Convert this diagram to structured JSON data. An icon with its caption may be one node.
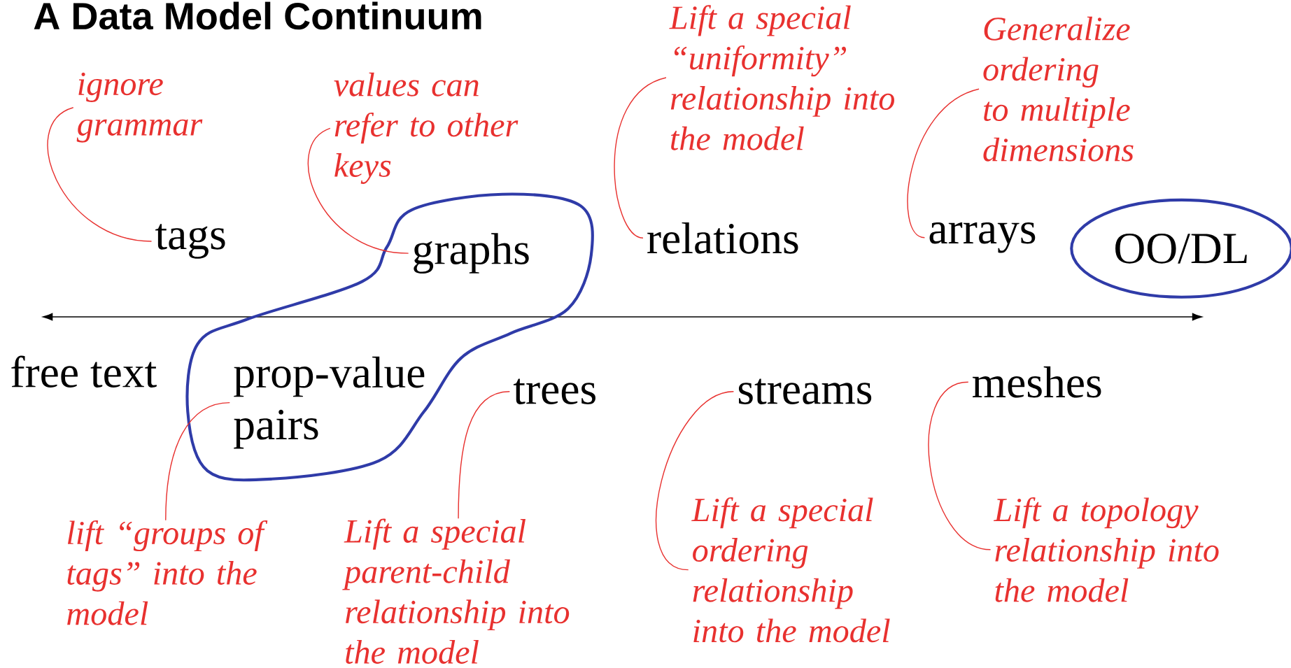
{
  "diagram": {
    "title": "A Data Model Continuum",
    "nodes": [
      {
        "text": [
          "tags"
        ]
      },
      {
        "text": [
          "graphs"
        ]
      },
      {
        "text": [
          "relations"
        ]
      },
      {
        "text": [
          "arrays"
        ]
      },
      {
        "text": [
          "OO/DL"
        ]
      },
      {
        "text": [
          "free text"
        ]
      },
      {
        "text": [
          "prop-value pairs"
        ]
      },
      {
        "text": [
          "trees"
        ]
      },
      {
        "text": [
          "streams"
        ]
      },
      {
        "text": [
          "meshes"
        ]
      },
      {
        "text": [
          "ignore grammar"
        ]
      },
      {
        "text": [
          "values can refer to other keys"
        ]
      },
      {
        "text": [
          "Lift a special “uniformity” relationship into the model"
        ]
      },
      {
        "text": [
          "Generalize ordering to multiple dimensions"
        ]
      },
      {
        "text": [
          "lift “groups of tags” into the model"
        ]
      },
      {
        "text": [
          "Lift a special parent-child relationship into the model"
        ]
      },
      {
        "text": [
          "Lift a special ordering relationship into the model"
        ]
      },
      {
        "text": [
          "Lift a topology relationship into the model"
        ]
      }
    ],
    "edges": [
      {
        "from": 10,
        "to": 0,
        "arrow": "none"
      },
      {
        "from": 11,
        "to": 1,
        "arrow": "none"
      },
      {
        "from": 12,
        "to": 2,
        "arrow": "none"
      },
      {
        "from": 13,
        "to": 3,
        "arrow": "none"
      },
      {
        "from": 14,
        "to": 6,
        "arrow": "none"
      },
      {
        "from": 15,
        "to": 7,
        "arrow": "none"
      },
      {
        "from": 16,
        "to": 8,
        "arrow": "none"
      },
      {
        "from": 17,
        "to": 9,
        "arrow": "none"
      }
    ]
  }
}
